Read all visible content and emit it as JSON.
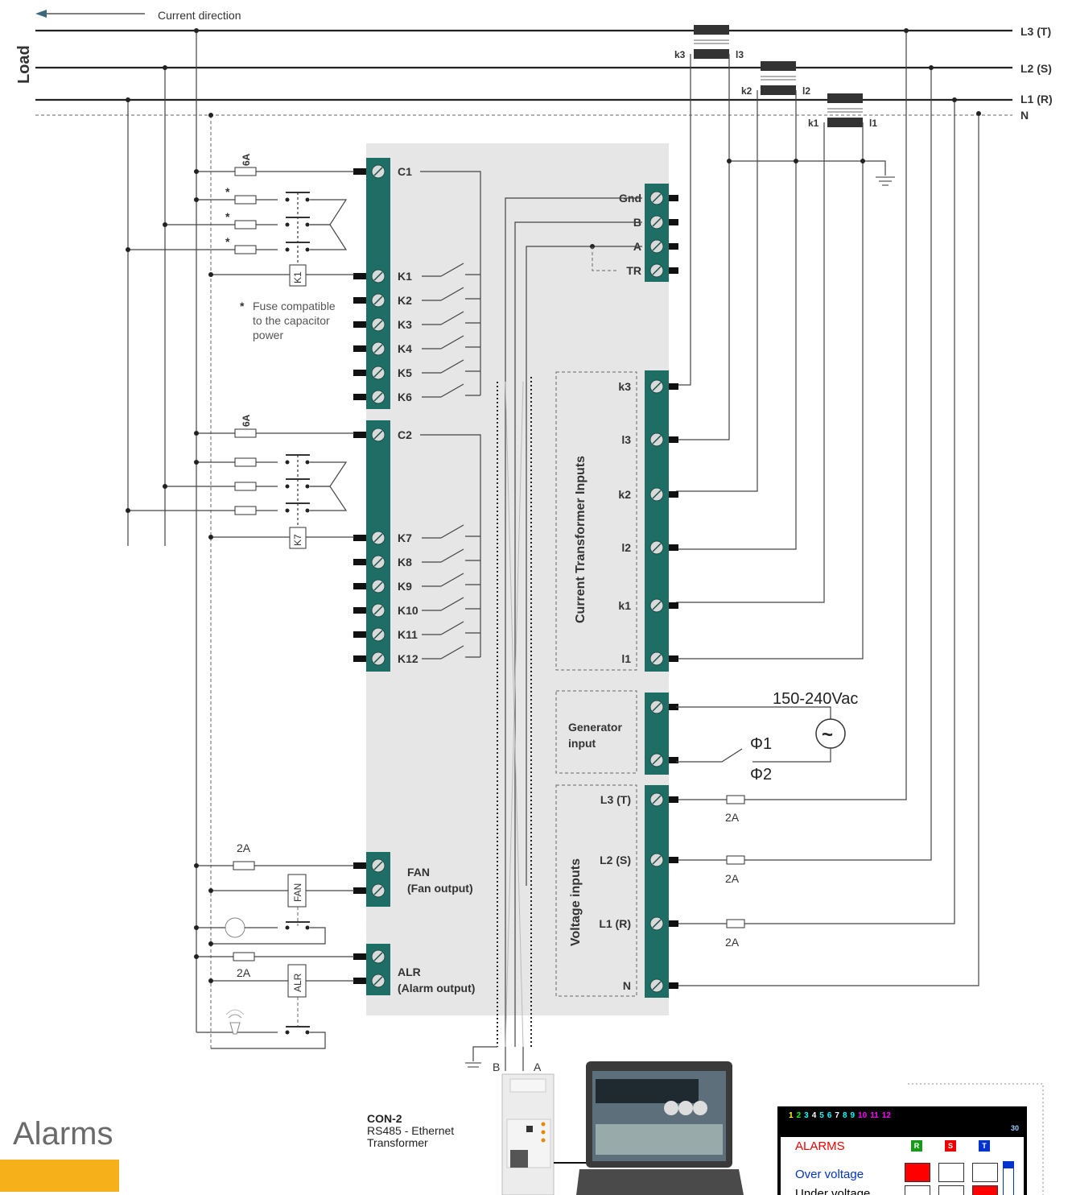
{
  "header": {
    "current_direction": "Current direction",
    "load": "Load"
  },
  "lines": [
    "L3 (T)",
    "L2 (S)",
    "L1 (R)",
    "N"
  ],
  "ct_labels": {
    "k3": "k3",
    "l3": "l3",
    "k2": "k2",
    "l2": "l2",
    "k1": "k1",
    "l1": "l1"
  },
  "fuses": {
    "c_fuse": "6A",
    "fan_fuse": "2A",
    "alr_fuse": "2A",
    "volt_fuse": "2A",
    "star": "*"
  },
  "relays": {
    "k1": "K1",
    "k7": "K7",
    "fan": "FAN",
    "alr": "ALR"
  },
  "note": {
    "star": "*",
    "line1": "Fuse compatible",
    "line2": "to the capacitor",
    "line3": "power"
  },
  "terminals_left_a": [
    "C1",
    "K1",
    "K2",
    "K3",
    "K4",
    "K5",
    "K6"
  ],
  "terminals_left_b": [
    "C2",
    "K7",
    "K8",
    "K9",
    "K10",
    "K11",
    "K12"
  ],
  "rs485": [
    "Gnd",
    "B",
    "A",
    "TR"
  ],
  "ct_inputs": {
    "title": "Current Transformer Inputs",
    "labels": [
      "k3",
      "l3",
      "k2",
      "l2",
      "k1",
      "l1"
    ]
  },
  "generator": {
    "line1": "Generator",
    "line2": "input",
    "voltage": "150-240Vac",
    "phi1": "Φ1",
    "phi2": "Φ2",
    "source_symbol": "~"
  },
  "voltage_inputs": {
    "title": "Voltage inputs",
    "labels": [
      "L3 (T)",
      "L2 (S)",
      "L1 (R)",
      "N"
    ]
  },
  "fan_output": {
    "line1": "FAN",
    "line2": "(Fan output)"
  },
  "alarm_output": {
    "line1": "ALR",
    "line2": "(Alarm output)"
  },
  "bus_ends": {
    "b": "B",
    "a": "A"
  },
  "con2": {
    "title": "CON-2",
    "line1": "RS485 - Ethernet",
    "line2": "Transformer"
  },
  "section_title": "Alarms",
  "display": {
    "steps": [
      "1",
      "2",
      "3",
      "4",
      "5",
      "6",
      "7",
      "8",
      "9",
      "10",
      "11",
      "12"
    ],
    "value": "30",
    "alarms": "ALARMS",
    "phases": [
      "R",
      "S",
      "T"
    ],
    "rows": [
      "Over voltage",
      "Under voltage"
    ]
  },
  "colors": {
    "terminal": "#1f6e66",
    "module_bg": "#e6e6e6",
    "accent": "#f5b01a"
  }
}
